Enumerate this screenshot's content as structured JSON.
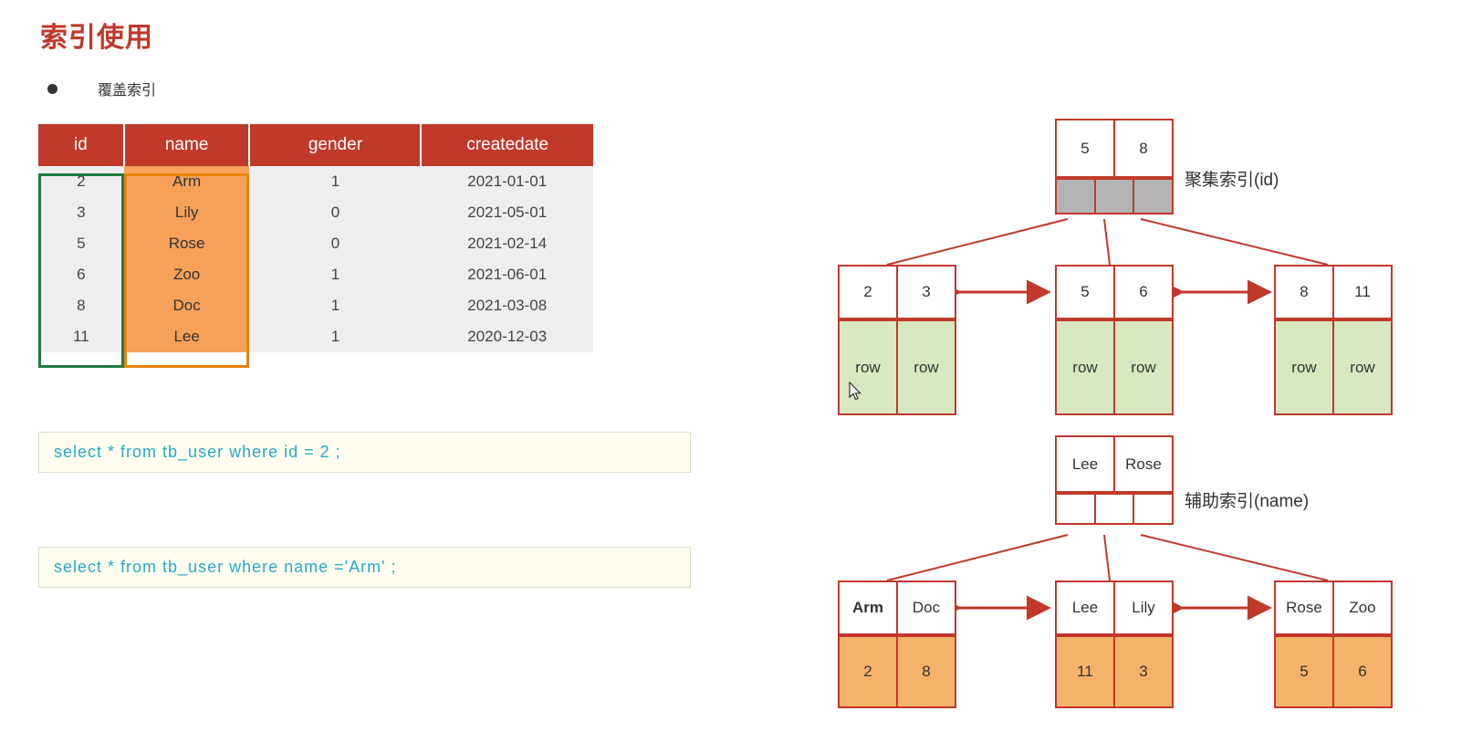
{
  "page": {
    "title": "索引使用",
    "bullet": "覆盖索引"
  },
  "table": {
    "columns": [
      "id",
      "name",
      "gender",
      "createdate"
    ],
    "rows": [
      [
        "2",
        "Arm",
        "1",
        "2021-01-01"
      ],
      [
        "3",
        "Lily",
        "0",
        "2021-05-01"
      ],
      [
        "5",
        "Rose",
        "0",
        "2021-02-14"
      ],
      [
        "6",
        "Zoo",
        "1",
        "2021-06-01"
      ],
      [
        "8",
        "Doc",
        "1",
        "2021-03-08"
      ],
      [
        "11",
        "Lee",
        "1",
        "2020-12-03"
      ]
    ],
    "highlight_id_color": "#1e7a3c",
    "highlight_name_color": "#e8820c",
    "header_color": "#c0392b",
    "name_cell_color": "#f5a15a"
  },
  "sql": [
    "select * from tb_user where id = 2 ;",
    "select *  from tb_user where name ='Arm' ;"
  ],
  "diagram": {
    "clustered": {
      "label": "聚集索引(id)",
      "root": [
        "5",
        "8",
        ""
      ],
      "leaves": [
        {
          "keys": [
            "2",
            "3"
          ],
          "values": [
            "row",
            "row"
          ]
        },
        {
          "keys": [
            "5",
            "6"
          ],
          "values": [
            "row",
            "row"
          ]
        },
        {
          "keys": [
            "8",
            "11"
          ],
          "values": [
            "row",
            "row"
          ]
        }
      ]
    },
    "secondary": {
      "label": "辅助索引(name)",
      "root": [
        "Lee",
        "Rose",
        ""
      ],
      "leaves": [
        {
          "keys": [
            "Arm",
            "Doc"
          ],
          "values": [
            "2",
            "8"
          ]
        },
        {
          "keys": [
            "Lee",
            "Lily"
          ],
          "values": [
            "11",
            "3"
          ]
        },
        {
          "keys": [
            "Rose",
            "Zoo"
          ],
          "values": [
            "5",
            "6"
          ]
        }
      ]
    },
    "accent": "#c0392b"
  }
}
